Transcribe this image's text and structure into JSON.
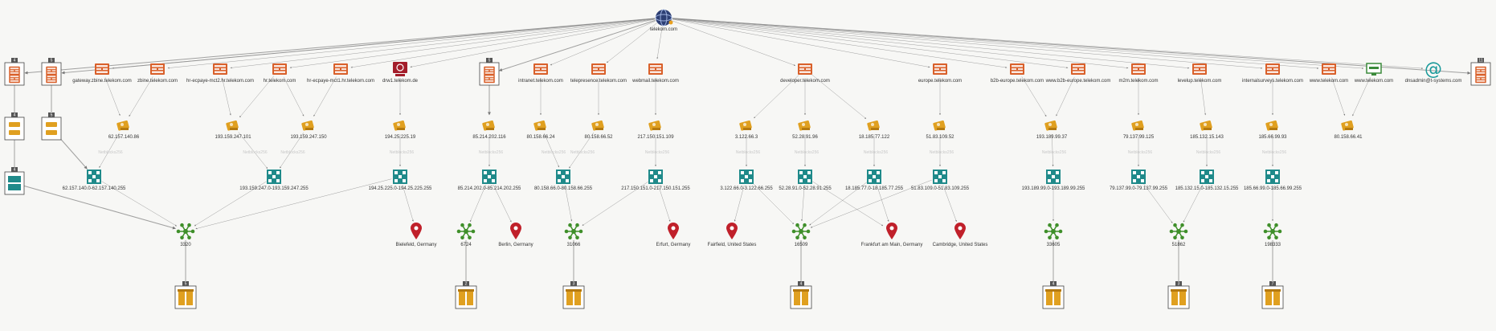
{
  "graph": {
    "colors": {
      "domain": "#2d3f74",
      "website": "#d9602a",
      "ip": "#e0a020",
      "netblock": "#1f8a8a",
      "as": "#3f8f2a",
      "location": "#c0202a",
      "email": "#1a9a9a",
      "phrase": "#3a8a3a",
      "edge": "#8a8a8a",
      "group_badge": "#555555"
    },
    "nodes": [
      {
        "id": "root",
        "type": "domain",
        "label": "telekom.com"
      },
      {
        "id": "g1",
        "type": "group-website",
        "label": "",
        "badge": "4"
      },
      {
        "id": "g2",
        "type": "group-website",
        "label": "",
        "badge": "5"
      },
      {
        "id": "g3",
        "type": "group-ip",
        "label": "",
        "badge": "4"
      },
      {
        "id": "g4",
        "type": "group-ip",
        "label": "",
        "badge": "5"
      },
      {
        "id": "g5",
        "type": "group-netblock",
        "label": "",
        "badge": "4"
      },
      {
        "id": "w1",
        "type": "website",
        "label": "gateway.zbine.telekom.com"
      },
      {
        "id": "w2",
        "type": "website",
        "label": "zbine.telekom.com"
      },
      {
        "id": "w3",
        "type": "website",
        "label": "hr-ecpaye-mct2.hr.telekom.com"
      },
      {
        "id": "w4",
        "type": "website",
        "label": "hr.telekom.com"
      },
      {
        "id": "w5",
        "type": "website",
        "label": "hr-ecpaye-mct1.hr.telekom.com"
      },
      {
        "id": "w6",
        "type": "website-alt",
        "label": "drw1.telekom.de"
      },
      {
        "id": "g6",
        "type": "group-website",
        "label": "",
        "badge": "5"
      },
      {
        "id": "w7",
        "type": "website",
        "label": "intranet.telekom.com"
      },
      {
        "id": "w8",
        "type": "website",
        "label": "telepresence.telekom.com"
      },
      {
        "id": "w9",
        "type": "website",
        "label": "webmail.telekom.com"
      },
      {
        "id": "w10",
        "type": "website",
        "label": "developer.telekom.com"
      },
      {
        "id": "w11",
        "type": "website",
        "label": "europe.telekom.com"
      },
      {
        "id": "w12",
        "type": "website",
        "label": "b2b-europe.telekom.com"
      },
      {
        "id": "w13",
        "type": "website",
        "label": "www.b2b-europe.telekom.com"
      },
      {
        "id": "w14",
        "type": "website",
        "label": "m2m.telekom.com"
      },
      {
        "id": "w15",
        "type": "website",
        "label": "levelup.telekom.com"
      },
      {
        "id": "w16",
        "type": "website",
        "label": "internalsurveys.telekom.com"
      },
      {
        "id": "w17",
        "type": "website",
        "label": "www.telekom.com"
      },
      {
        "id": "w18",
        "type": "phrase",
        "label": "www.telekom.com"
      },
      {
        "id": "em",
        "type": "email",
        "label": "dnsadmin@t-systems.com"
      },
      {
        "id": "g7",
        "type": "group-website",
        "label": "",
        "badge": "11"
      },
      {
        "id": "i1",
        "type": "ip",
        "label": "62.157.140.86"
      },
      {
        "id": "i2",
        "type": "ip",
        "label": "193.159.247.101"
      },
      {
        "id": "i3",
        "type": "ip",
        "label": "193.159.247.150"
      },
      {
        "id": "i4",
        "type": "ip",
        "label": "194.25.225.19"
      },
      {
        "id": "i5",
        "type": "ip",
        "label": "85.214.202.116"
      },
      {
        "id": "i6",
        "type": "ip",
        "label": "80.158.66.24"
      },
      {
        "id": "i7",
        "type": "ip",
        "label": "80.158.66.52"
      },
      {
        "id": "i8",
        "type": "ip",
        "label": "217.150.151.109"
      },
      {
        "id": "i9",
        "type": "ip",
        "label": "3.122.66.3"
      },
      {
        "id": "i10",
        "type": "ip",
        "label": "52.28.91.96"
      },
      {
        "id": "i11",
        "type": "ip",
        "label": "18.185.77.122"
      },
      {
        "id": "i12",
        "type": "ip",
        "label": "51.83.109.52"
      },
      {
        "id": "i13",
        "type": "ip",
        "label": "193.189.99.37"
      },
      {
        "id": "i14",
        "type": "ip",
        "label": "79.137.99.125"
      },
      {
        "id": "i15",
        "type": "ip",
        "label": "185.132.15.143"
      },
      {
        "id": "i16",
        "type": "ip",
        "label": "185.66.99.93"
      },
      {
        "id": "i17",
        "type": "ip",
        "label": "80.158.66.41"
      },
      {
        "id": "n1",
        "type": "netblock",
        "label": "62.157.140.0-62.157.140.255"
      },
      {
        "id": "n2",
        "type": "netblock",
        "label": "193.159.247.0-193.159.247.255"
      },
      {
        "id": "n3",
        "type": "netblock",
        "label": "194.25.225.0-194.25.225.255"
      },
      {
        "id": "n4",
        "type": "netblock",
        "label": "85.214.202.0-85.214.202.255"
      },
      {
        "id": "n5",
        "type": "netblock",
        "label": "80.158.66.0-80.158.66.255"
      },
      {
        "id": "n6",
        "type": "netblock",
        "label": "217.150.151.0-217.150.151.255"
      },
      {
        "id": "n7",
        "type": "netblock",
        "label": "3.122.66.0-3.122.66.255"
      },
      {
        "id": "n8",
        "type": "netblock",
        "label": "52.28.91.0-52.28.91.255"
      },
      {
        "id": "n9",
        "type": "netblock",
        "label": "18.185.77.0-18.185.77.255"
      },
      {
        "id": "n10",
        "type": "netblock",
        "label": "51.83.109.0-51.83.109.255"
      },
      {
        "id": "n11",
        "type": "netblock",
        "label": "193.189.99.0-193.189.99.255"
      },
      {
        "id": "n12",
        "type": "netblock",
        "label": "79.137.99.0-79.137.99.255"
      },
      {
        "id": "n13",
        "type": "netblock",
        "label": "185.132.15.0-185.132.15.255"
      },
      {
        "id": "n14",
        "type": "netblock",
        "label": "185.66.99.0-185.66.99.255"
      },
      {
        "id": "a1",
        "type": "as",
        "label": "3320"
      },
      {
        "id": "l1",
        "type": "location",
        "label": "Bielefeld, Germany"
      },
      {
        "id": "a2",
        "type": "as",
        "label": "6724"
      },
      {
        "id": "l2",
        "type": "location",
        "label": "Berlin, Germany"
      },
      {
        "id": "a3",
        "type": "as",
        "label": "31066"
      },
      {
        "id": "l3",
        "type": "location",
        "label": "Erfurt, Germany"
      },
      {
        "id": "l4",
        "type": "location",
        "label": "Fairfield, United States"
      },
      {
        "id": "a4",
        "type": "as",
        "label": "16509"
      },
      {
        "id": "l5",
        "type": "location",
        "label": "Frankfurt am Main, Germany"
      },
      {
        "id": "l6",
        "type": "location",
        "label": "Cambridge, United States"
      },
      {
        "id": "a5",
        "type": "as",
        "label": "33605"
      },
      {
        "id": "a6",
        "type": "as",
        "label": "51862"
      },
      {
        "id": "a7",
        "type": "as",
        "label": "198333"
      },
      {
        "id": "b1",
        "type": "group-bldg",
        "label": "",
        "badge": "5"
      },
      {
        "id": "b2",
        "type": "group-bldg",
        "label": "",
        "badge": "2"
      },
      {
        "id": "b3",
        "type": "group-bldg",
        "label": "",
        "badge": "3"
      },
      {
        "id": "b4",
        "type": "group-bldg",
        "label": "",
        "badge": "4"
      },
      {
        "id": "b5",
        "type": "group-bldg",
        "label": "",
        "badge": "4"
      },
      {
        "id": "b6",
        "type": "group-bldg",
        "label": "",
        "badge": "3"
      },
      {
        "id": "b7",
        "type": "group-bldg",
        "label": "",
        "badge": "7"
      }
    ],
    "edge_label": "Netblocks256",
    "edges": [
      [
        "root",
        "g1"
      ],
      [
        "root",
        "g2"
      ],
      [
        "root",
        "w1"
      ],
      [
        "root",
        "w2"
      ],
      [
        "root",
        "w3"
      ],
      [
        "root",
        "w4"
      ],
      [
        "root",
        "w5"
      ],
      [
        "root",
        "w6"
      ],
      [
        "root",
        "g6"
      ],
      [
        "root",
        "w7"
      ],
      [
        "root",
        "w8"
      ],
      [
        "root",
        "w9"
      ],
      [
        "root",
        "w10"
      ],
      [
        "root",
        "w11"
      ],
      [
        "root",
        "w12"
      ],
      [
        "root",
        "w13"
      ],
      [
        "root",
        "w14"
      ],
      [
        "root",
        "w15"
      ],
      [
        "root",
        "w16"
      ],
      [
        "root",
        "w17"
      ],
      [
        "root",
        "w18"
      ],
      [
        "root",
        "em"
      ],
      [
        "root",
        "g7"
      ],
      [
        "g1",
        "g3"
      ],
      [
        "g2",
        "g4"
      ],
      [
        "g3",
        "g5"
      ],
      [
        "g4",
        "n1"
      ],
      [
        "g5",
        "a1"
      ],
      [
        "w1",
        "i1"
      ],
      [
        "w2",
        "i1"
      ],
      [
        "w3",
        "i2"
      ],
      [
        "w4",
        "i2"
      ],
      [
        "w4",
        "i3"
      ],
      [
        "w5",
        "i3"
      ],
      [
        "w6",
        "i4"
      ],
      [
        "g6",
        "i5"
      ],
      [
        "w7",
        "i6"
      ],
      [
        "w8",
        "i7"
      ],
      [
        "w9",
        "i8"
      ],
      [
        "w10",
        "i9"
      ],
      [
        "w10",
        "i10"
      ],
      [
        "w10",
        "i11"
      ],
      [
        "w11",
        "i12"
      ],
      [
        "w12",
        "i13"
      ],
      [
        "w13",
        "i13"
      ],
      [
        "w14",
        "i14"
      ],
      [
        "w15",
        "i15"
      ],
      [
        "w16",
        "i16"
      ],
      [
        "w17",
        "i17"
      ],
      [
        "w18",
        "i17"
      ],
      [
        "i1",
        "n1"
      ],
      [
        "i2",
        "n2"
      ],
      [
        "i3",
        "n2"
      ],
      [
        "i4",
        "n3"
      ],
      [
        "i5",
        "n4"
      ],
      [
        "i6",
        "n5"
      ],
      [
        "i7",
        "n5"
      ],
      [
        "i8",
        "n6"
      ],
      [
        "i9",
        "n7"
      ],
      [
        "i10",
        "n8"
      ],
      [
        "i11",
        "n9"
      ],
      [
        "i12",
        "n10"
      ],
      [
        "i13",
        "n11"
      ],
      [
        "i14",
        "n12"
      ],
      [
        "i15",
        "n13"
      ],
      [
        "i16",
        "n14"
      ],
      [
        "n1",
        "a1"
      ],
      [
        "n2",
        "a1"
      ],
      [
        "n3",
        "a1"
      ],
      [
        "n3",
        "l1"
      ],
      [
        "n4",
        "a2"
      ],
      [
        "n4",
        "l2"
      ],
      [
        "n5",
        "a3"
      ],
      [
        "n6",
        "a3"
      ],
      [
        "n6",
        "l3"
      ],
      [
        "n7",
        "a4"
      ],
      [
        "n8",
        "a4"
      ],
      [
        "n9",
        "a4"
      ],
      [
        "n10",
        "a4"
      ],
      [
        "n7",
        "l4"
      ],
      [
        "n8",
        "l5"
      ],
      [
        "n9",
        "l5"
      ],
      [
        "n10",
        "l6"
      ],
      [
        "n11",
        "a5"
      ],
      [
        "n12",
        "a6"
      ],
      [
        "n13",
        "a6"
      ],
      [
        "n14",
        "a7"
      ],
      [
        "a1",
        "b1"
      ],
      [
        "a2",
        "b2"
      ],
      [
        "a3",
        "b3"
      ],
      [
        "a4",
        "b4"
      ],
      [
        "a5",
        "b5"
      ],
      [
        "a6",
        "b6"
      ],
      [
        "a7",
        "b7"
      ]
    ],
    "labeled_edges": [
      [
        "i1",
        "n1"
      ],
      [
        "i2",
        "n2"
      ],
      [
        "i3",
        "n2"
      ],
      [
        "i4",
        "n3"
      ],
      [
        "i5",
        "n4"
      ],
      [
        "i6",
        "n5"
      ],
      [
        "i7",
        "n5"
      ],
      [
        "i8",
        "n6"
      ],
      [
        "i9",
        "n7"
      ],
      [
        "i10",
        "n8"
      ],
      [
        "i11",
        "n9"
      ],
      [
        "i12",
        "n10"
      ],
      [
        "i13",
        "n11"
      ],
      [
        "i14",
        "n12"
      ],
      [
        "i15",
        "n13"
      ],
      [
        "i16",
        "n14"
      ]
    ]
  }
}
